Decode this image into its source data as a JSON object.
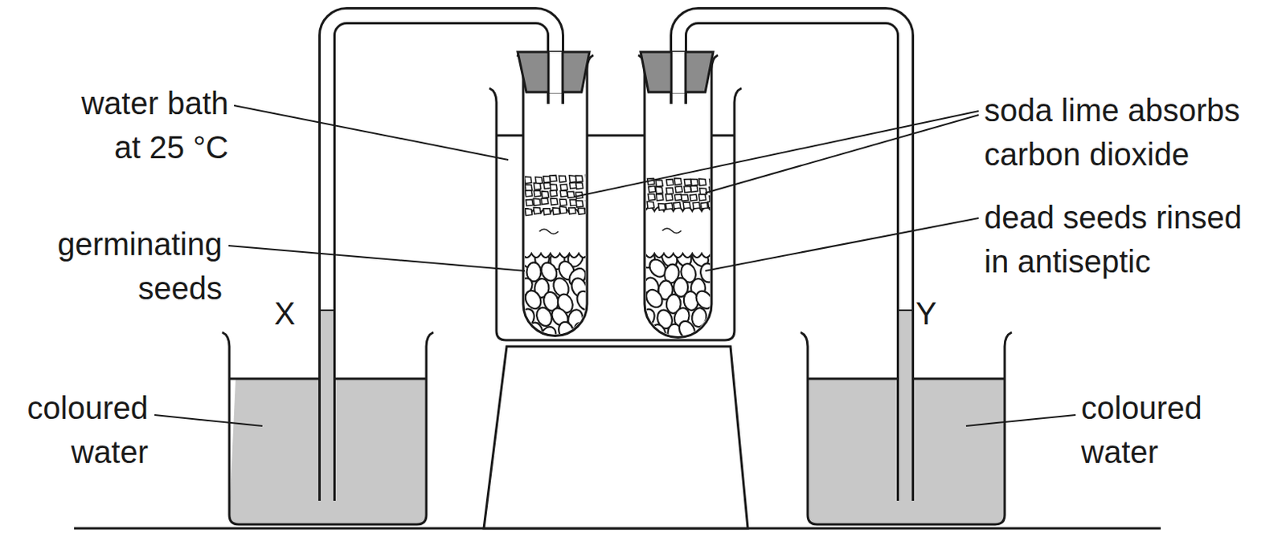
{
  "diagram": {
    "labels": [
      "water bath at 25 °C",
      "germinating seeds",
      "soda lime absorbs carbon dioxide",
      "dead seeds rinsed in antiseptic",
      "X",
      "Y",
      "coloured water",
      "coloured water"
    ]
  }
}
